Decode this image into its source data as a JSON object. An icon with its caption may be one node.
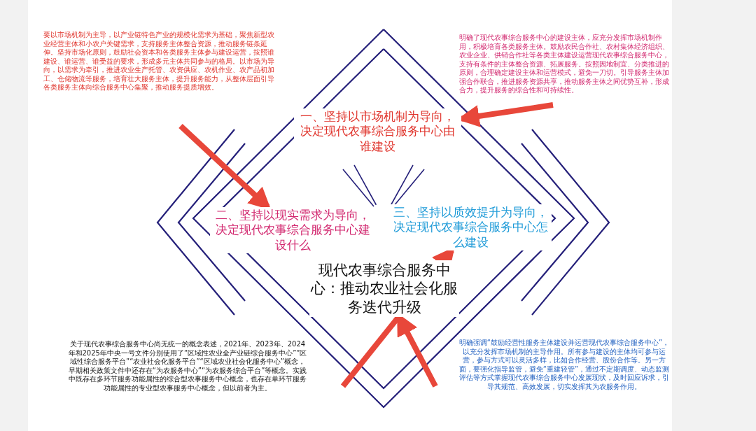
{
  "diagram": {
    "nodes": [
      {
        "text": [
          "一、坚持以市场机制为导向，决定现代农事综合服务中心由谁建设"
        ]
      },
      {
        "text": [
          "二、坚持以现实需求为导向，决定现代农事综合服务中心建设什么"
        ]
      },
      {
        "text": [
          "三、坚持以质效提升为导向，决定现代农事综合服务中心怎么建设"
        ]
      },
      {
        "text": [
          "现代农事综合服务中心：推动农业社会化服务迭代升级"
        ]
      }
    ],
    "edges": [
      {
        "from": null,
        "to": 1,
        "arrow": "to"
      },
      {
        "from": null,
        "to": 0,
        "arrow": "to"
      },
      {
        "from": null,
        "to": 2,
        "arrow": "to"
      },
      {
        "from": null,
        "to": 3,
        "arrow": "to"
      }
    ],
    "labels": [
      "要以市场机制为主导，以产业链特色产业的规模化需求为基础，聚焦新型农业经营主体和小农户关键需求，支持服务主体整合资源，推动服务链条延伸。坚持市场化原则，鼓励社会资本和各类服务主体参与建设运营，按照谁建设、谁运营、谁受益的要求，形成多元主体共同参与的格局。以市场为导向，以需求为牵引，推进农业生产托管、农资供应、农机作业、农产品初加工、仓储物流等服务，培育壮大服务主体，提升服务能力，从整体层面引导各类服务主体向综合服务中心集聚，推动服务提质增效。",
      "明确了现代农事综合服务中心的建设主体，应充分发挥市场机制作用，积极培育各类服务主体。鼓励农民合作社、农村集体经济组织、农业企业、供销合作社等各类主体建设运营现代农事综合服务中心，支持有条件的主体整合资源、拓展服务。按照因地制宜、分类推进的原则，合理确定建设主体和运营模式，避免一刀切。引导服务主体加强合作联合，推进服务资源共享，推动服务主体之间优势互补，形成合力，提升服务的综合性和可持续性。",
      "关于现代农事综合服务中心尚无统一的概念表述，2021年、2023年、2024年和2025年中央一号文件分别使用了“区域性农业全产业链综合服务中心”“区域性综合服务平台”“农业社会化服务平台”“区域农业社会化服务中心”概念，早期相关政策文件中还存在“为农服务中心”“为农服务综合平台”等概念。实践中既存在多环节服务功能属性的综合型农事服务中心概念，也存在单环节服务功能属性的专业型农事服务中心概念，但以前者为主。",
      "明确强调“鼓励经营性服务主体建设并运营现代农事综合服务中心”，以充分发挥市场机制的主导作用。所有参与建设的主体均可参与运营，参与方式可以灵活多样，比如合作经营、股份合作等。另一方面，要强化指导监管，避免“重建轻管”，通过不定期调度、动态监测评估等方式掌握现代农事综合服务中心发展现状，及时回应诉求，引导其规范、高效发展，切实发挥其为农服务作用。"
    ]
  }
}
